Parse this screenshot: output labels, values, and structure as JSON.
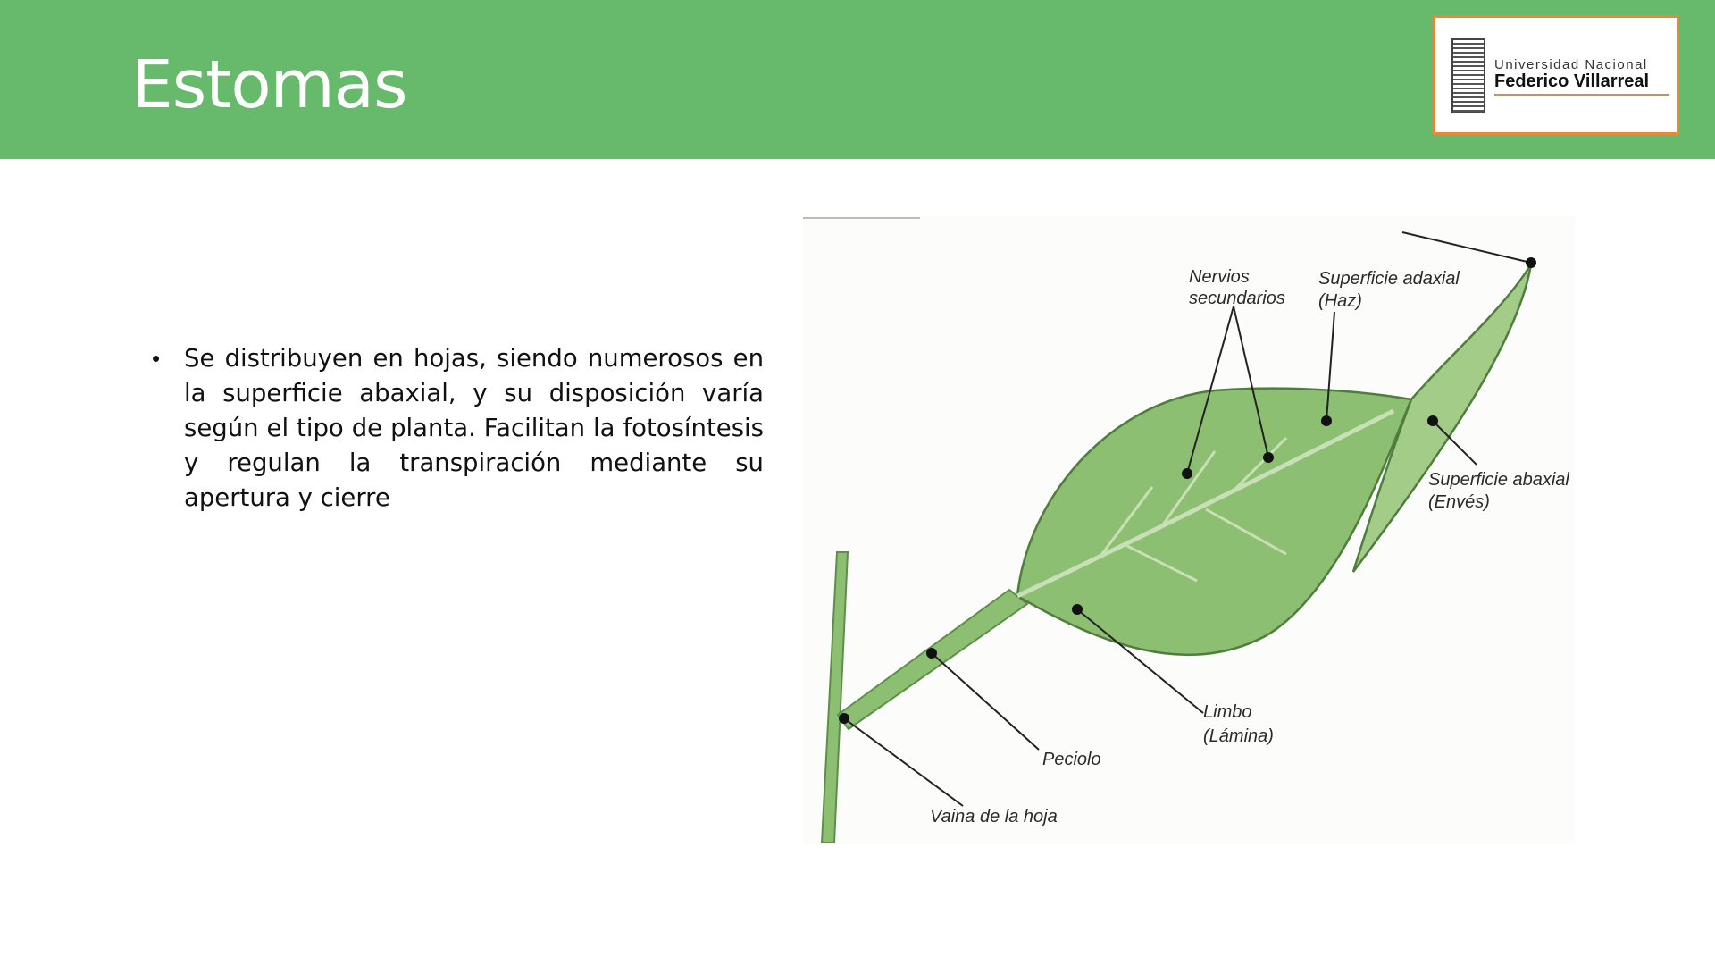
{
  "slide": {
    "title": "Estomas",
    "logo": {
      "line1": "Universidad Nacional",
      "line2": "Federico Villarreal"
    },
    "bullet_text": "Se distribuyen en hojas, siendo numerosos en la superficie abaxial, y su disposición varía según el tipo de planta. Facilitan la fotosíntesis y regulan la transpiración mediante su apertura y cierre"
  },
  "figure": {
    "labels": {
      "nervios_1": "Nervios",
      "nervios_2": "secundarios",
      "adaxial_1": "Superficie adaxial",
      "adaxial_2": "(Haz)",
      "abaxial_1": "Superficie abaxial",
      "abaxial_2": "(Envés)",
      "limbo_1": "Limbo",
      "limbo_2": "(Lámina)",
      "peciolo": "Peciolo",
      "vaina": "Vaina de la hoja"
    }
  },
  "colors": {
    "header": "#67b96c",
    "logo_border": "#e8883a",
    "leaf": "#8cbf72"
  }
}
